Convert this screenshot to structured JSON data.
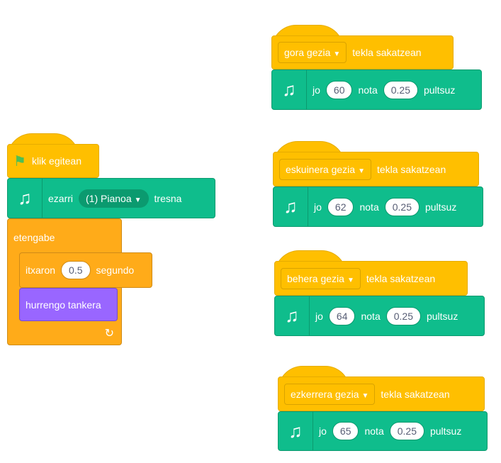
{
  "left_stack": {
    "hat": "klik egitean",
    "instrument_pre": "ezarri",
    "instrument_value": "(1) Pianoa",
    "instrument_post": "tresna",
    "forever": "etengabe",
    "wait_pre": "itxaron",
    "wait_value": "0.5",
    "wait_post": "segundo",
    "next_costume": "hurrengo tankera"
  },
  "key_stacks": [
    {
      "key": "gora gezia",
      "hat_post": "tekla sakatzean",
      "play": "jo",
      "note": "60",
      "nota": "nota",
      "beats": "0.25",
      "post": "pultsuz"
    },
    {
      "key": "eskuinera gezia",
      "hat_post": "tekla sakatzean",
      "play": "jo",
      "note": "62",
      "nota": "nota",
      "beats": "0.25",
      "post": "pultsuz"
    },
    {
      "key": "behera gezia",
      "hat_post": "tekla sakatzean",
      "play": "jo",
      "note": "64",
      "nota": "nota",
      "beats": "0.25",
      "post": "pultsuz"
    },
    {
      "key": "ezkerrera gezia",
      "hat_post": "tekla sakatzean",
      "play": "jo",
      "note": "65",
      "nota": "nota",
      "beats": "0.25",
      "post": "pultsuz"
    }
  ],
  "colors": {
    "events": "#FFBF00",
    "music": "#0FBD8C",
    "control": "#FFAB19",
    "looks": "#9966FF"
  }
}
